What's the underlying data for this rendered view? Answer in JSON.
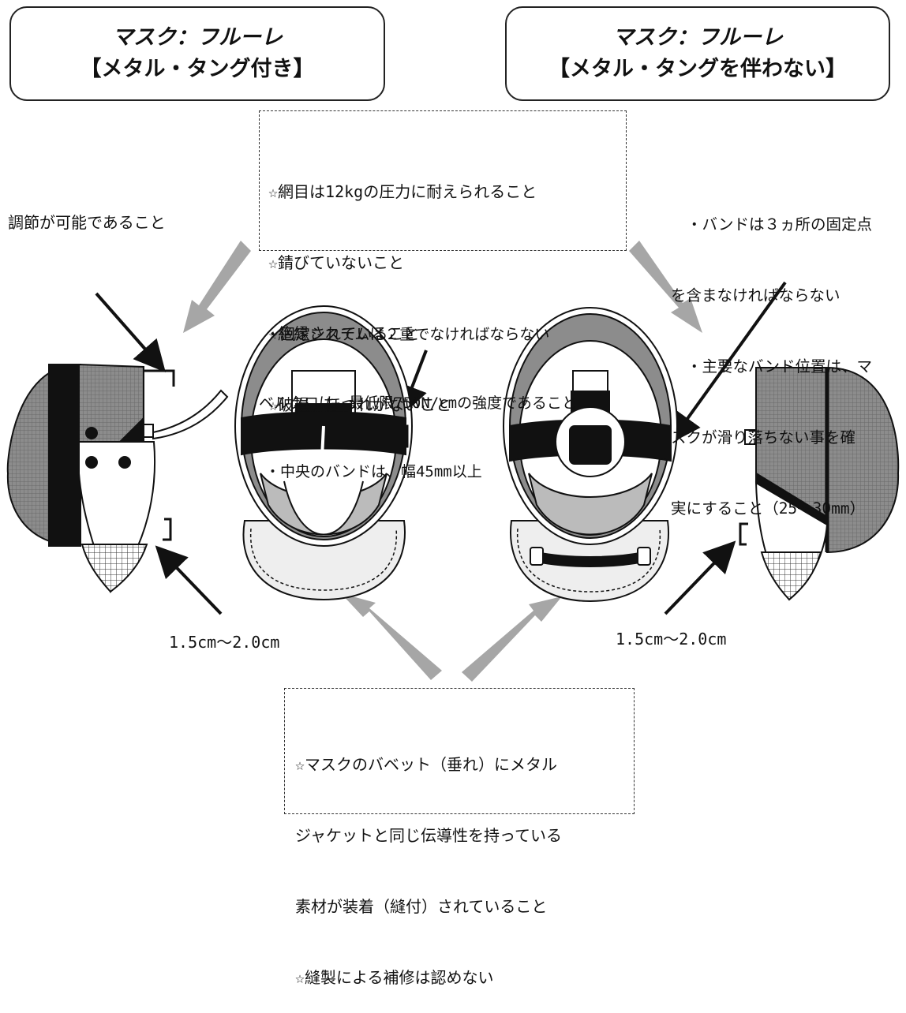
{
  "titles": {
    "left": {
      "line1": "マスク：フルーレ",
      "line2": "【メタル・タング付き】"
    },
    "right": {
      "line1": "マスク：フルーレ",
      "line2": "【メタル・タングを伴わない】"
    }
  },
  "mesh_box": {
    "lines": [
      "☆網目は12kgの圧力に耐えられること",
      "☆錆びていないこと",
      "☆絶縁されていること",
      "☆破損、ほつれがないこと"
    ]
  },
  "adjust_label": "調節が可能であること",
  "fixing_note": {
    "lines": [
      "・固定システムは２重でなければならない",
      "ベルクロは、最低限750N/cmの強度であること",
      "・中央のバンドは、幅45mm以上"
    ]
  },
  "band_note": {
    "lines": [
      "・バンドは３ヵ所の固定点",
      "を含まなければならない",
      "・主要なバンド位置は、マ",
      "スクが滑り落ちない事を確",
      "実にすること（25～30mm）"
    ]
  },
  "measure_left": "1.5cm～2.0cm",
  "measure_right": "1.5cm～2.0cm",
  "bib_box": {
    "lines": [
      "☆マスクのバベット（垂れ）にメタル",
      "ジャケットと同じ伝導性を持っている",
      "素材が装着（縫付）されていること",
      "☆縫製による補修は認めない"
    ]
  },
  "colors": {
    "gray_arrow": "#a6a6a6",
    "mesh_gray": "#8c8c8c",
    "black": "#111111"
  }
}
